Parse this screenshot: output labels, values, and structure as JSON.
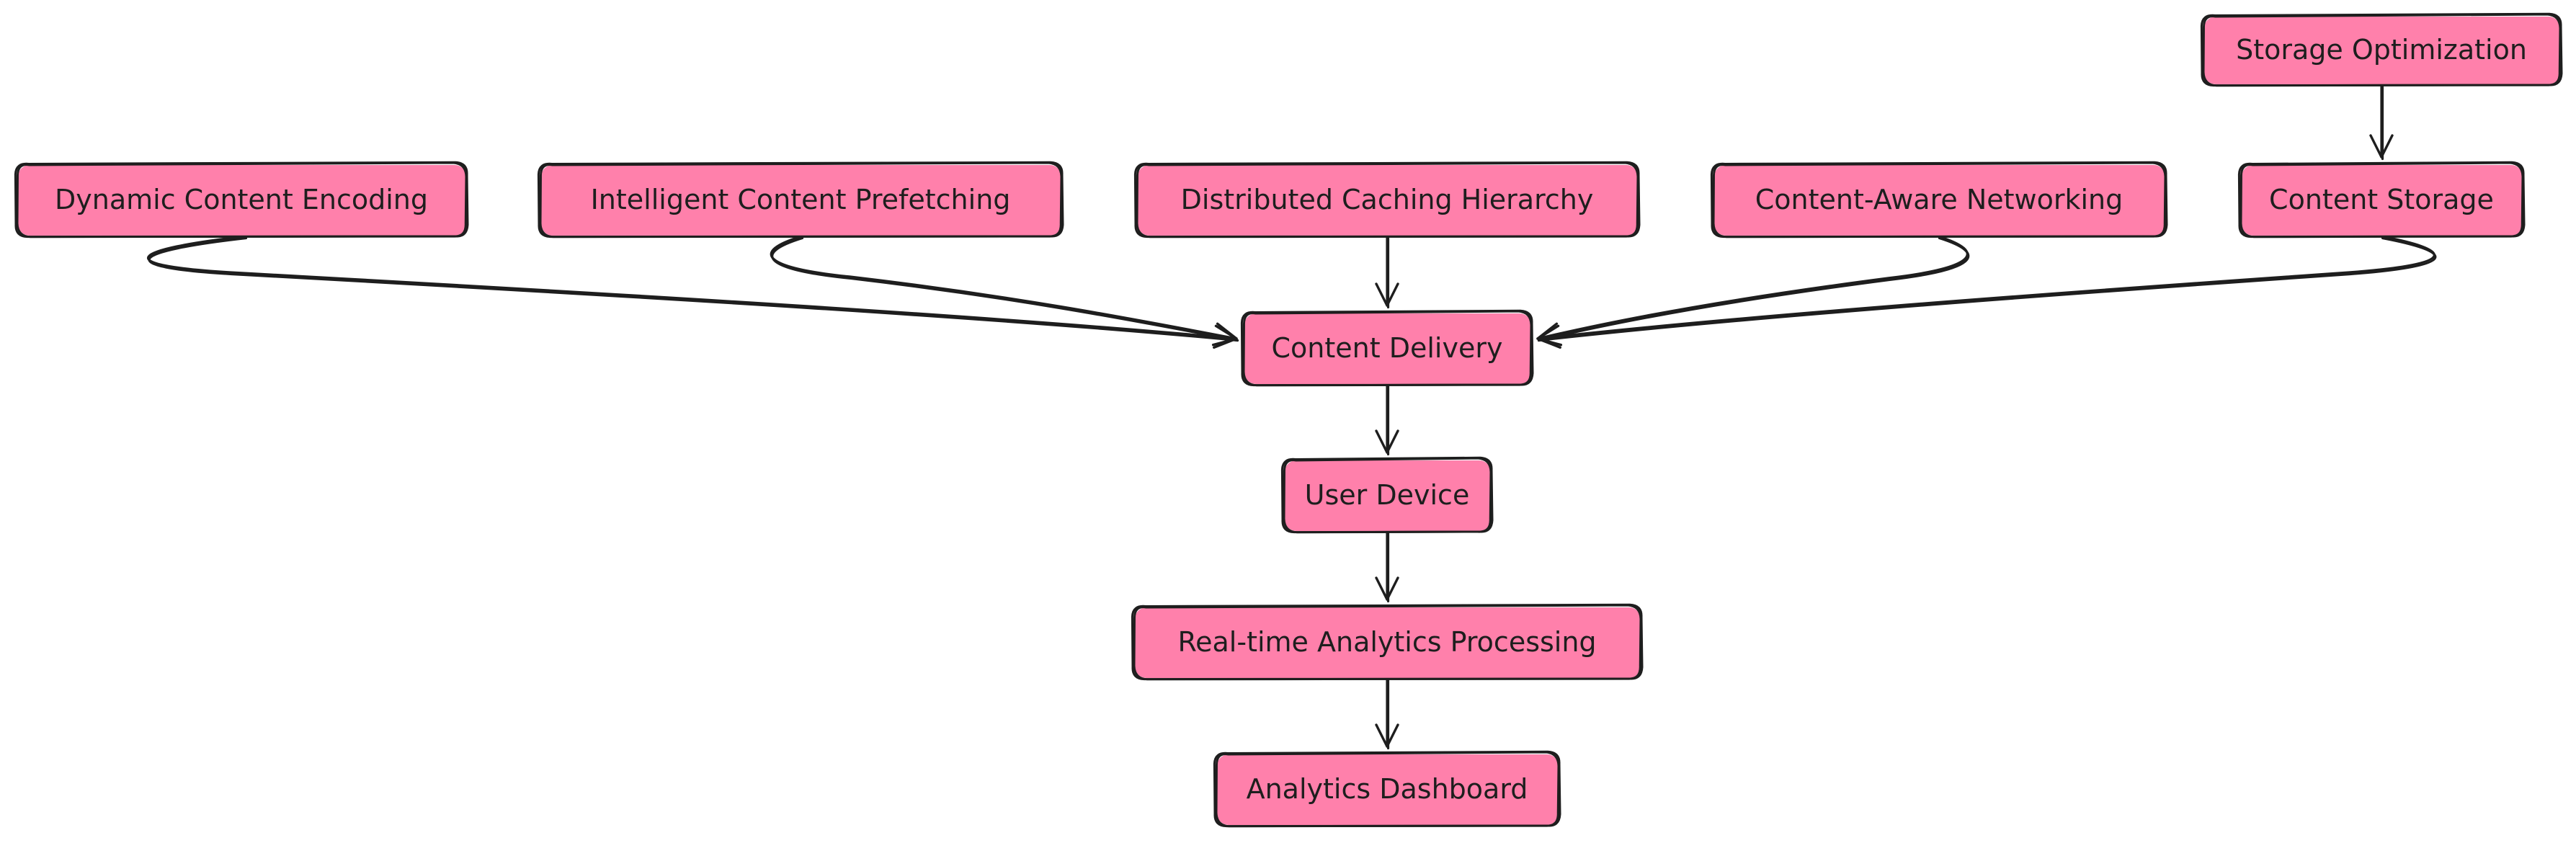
{
  "diagram": {
    "colors": {
      "node_fill": "#ff80ab",
      "node_stroke": "#1e1e1e",
      "edge": "#1e1e1e",
      "text": "#1e1e1e",
      "background": "#ffffff"
    },
    "nodes": [
      {
        "id": "storage-optimization",
        "label": "Storage Optimization"
      },
      {
        "id": "dynamic-content-encoding",
        "label": "Dynamic Content Encoding"
      },
      {
        "id": "intelligent-content-prefetching",
        "label": "Intelligent Content Prefetching"
      },
      {
        "id": "distributed-caching-hierarchy",
        "label": "Distributed Caching Hierarchy"
      },
      {
        "id": "content-aware-networking",
        "label": "Content-Aware Networking"
      },
      {
        "id": "content-storage",
        "label": "Content Storage"
      },
      {
        "id": "content-delivery",
        "label": "Content Delivery"
      },
      {
        "id": "user-device",
        "label": "User Device"
      },
      {
        "id": "real-time-analytics-processing",
        "label": "Real-time Analytics Processing"
      },
      {
        "id": "analytics-dashboard",
        "label": "Analytics Dashboard"
      }
    ],
    "edges": [
      {
        "from": "storage-optimization",
        "to": "content-storage"
      },
      {
        "from": "dynamic-content-encoding",
        "to": "content-delivery"
      },
      {
        "from": "intelligent-content-prefetching",
        "to": "content-delivery"
      },
      {
        "from": "distributed-caching-hierarchy",
        "to": "content-delivery"
      },
      {
        "from": "content-aware-networking",
        "to": "content-delivery"
      },
      {
        "from": "content-storage",
        "to": "content-delivery"
      },
      {
        "from": "content-delivery",
        "to": "user-device"
      },
      {
        "from": "user-device",
        "to": "real-time-analytics-processing"
      },
      {
        "from": "real-time-analytics-processing",
        "to": "analytics-dashboard"
      }
    ]
  }
}
